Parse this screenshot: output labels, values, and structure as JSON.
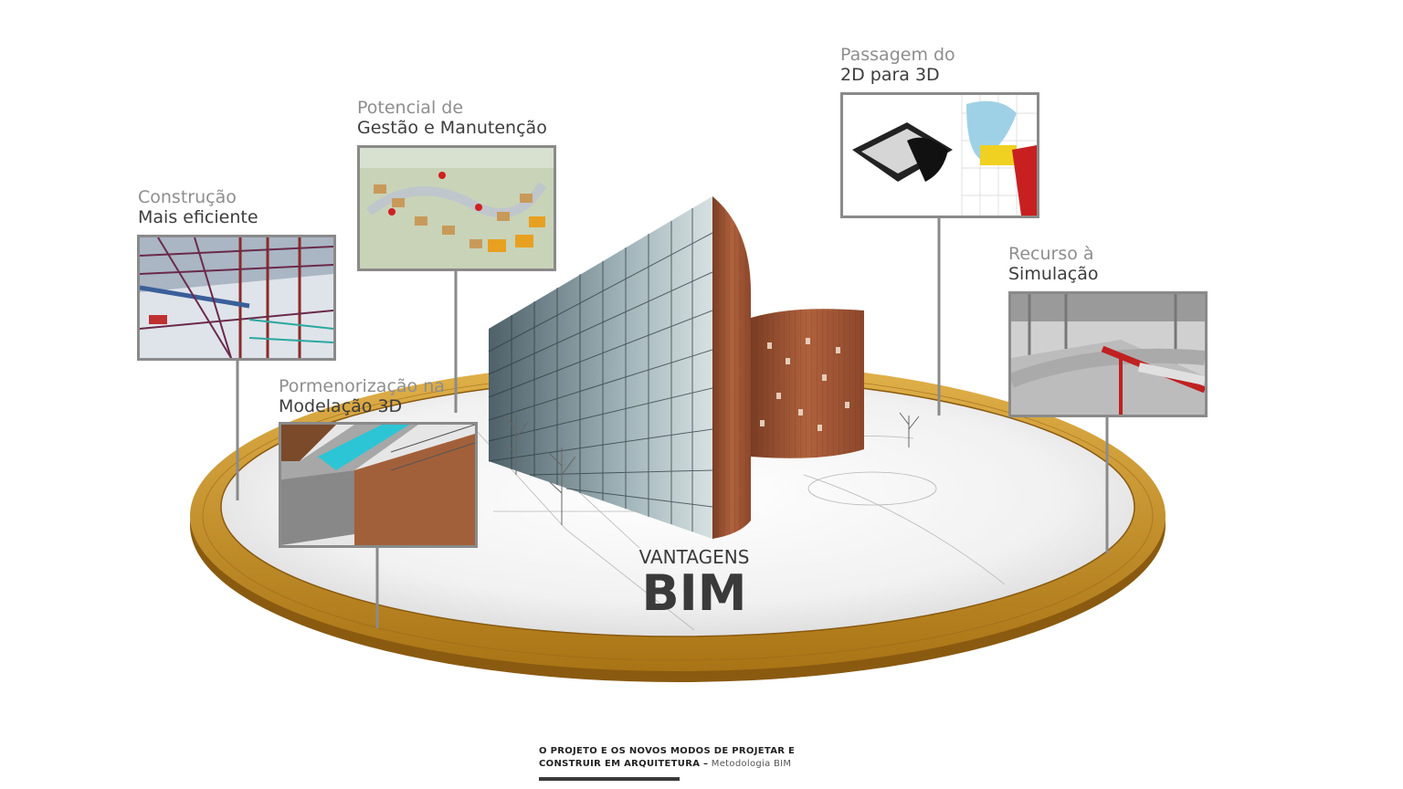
{
  "center": {
    "small": "VANTAGENS",
    "big": "BIM"
  },
  "advantages": [
    {
      "line1": "Construção",
      "line2": "Mais eficiente"
    },
    {
      "line1": "Potencial de",
      "line2": "Gestão e Manutenção"
    },
    {
      "line1": "Pormenorização na",
      "line2": "Modelação 3D"
    },
    {
      "line1": "Passagem do",
      "line2": "2D para 3D"
    },
    {
      "line1": "Recurso à",
      "line2": "Simulação"
    }
  ],
  "footer": {
    "line1": "O PROJETO E OS NOVOS MODOS DE PROJETAR E",
    "line2_bold": "CONSTRUIR EM ARQUITETURA –",
    "line2_rest": " Metodologia BIM"
  },
  "colors": {
    "ring": "#c08a22",
    "frame": "#8a8a8a",
    "brick": "#a0553a",
    "glass": "#5f7680"
  }
}
